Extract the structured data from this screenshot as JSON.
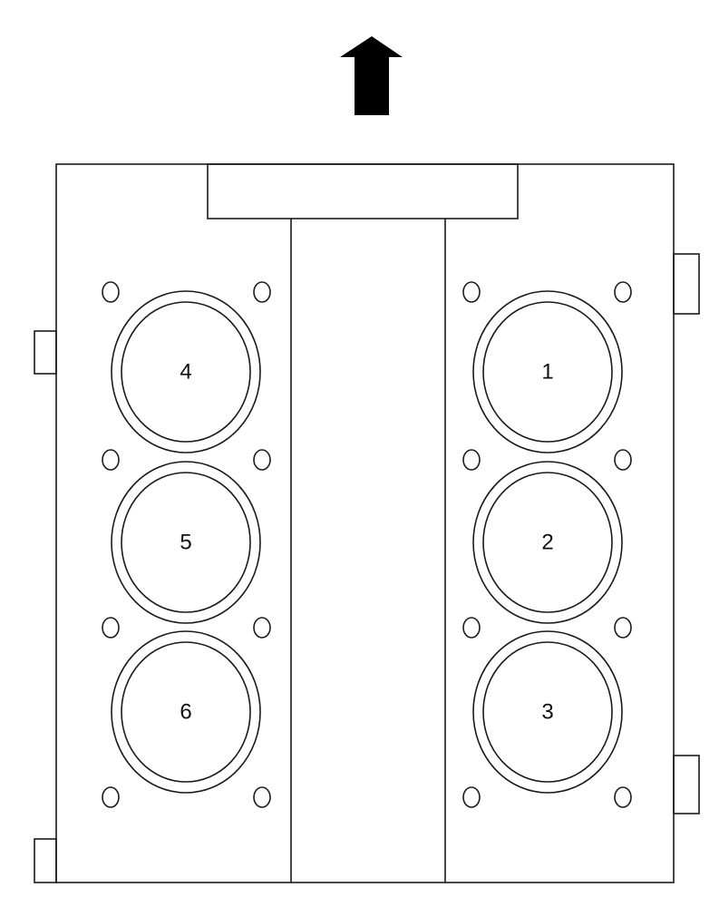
{
  "diagram": {
    "direction_arrow": {
      "icon": "arrow-up-icon",
      "color": "#000000"
    },
    "left_bank": {
      "cylinders": [
        "4",
        "5",
        "6"
      ]
    },
    "right_bank": {
      "cylinders": [
        "1",
        "2",
        "3"
      ]
    },
    "line_color": "#1a1a1a"
  }
}
